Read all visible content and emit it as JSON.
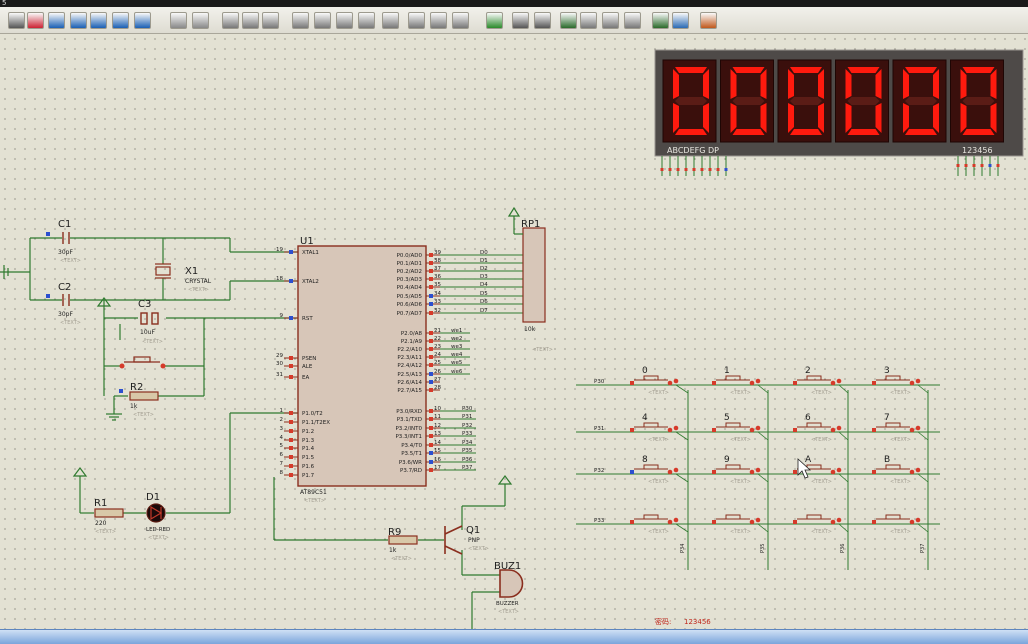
{
  "window": {
    "title": "5"
  },
  "toolbar": {
    "icons": [
      "grid-icon",
      "origin-icon",
      "pan-icon",
      "zoom-in-icon",
      "zoom-out-icon",
      "zoom-all-icon",
      "zoom-area-icon",
      "undo-icon",
      "redo-icon",
      "cut-icon",
      "copy-icon",
      "paste-icon",
      "block-copy-icon",
      "block-move-icon",
      "block-rotate-icon",
      "block-delete-icon",
      "pick-device-icon",
      "make-device-icon",
      "package-icon",
      "decompose-icon",
      "wire-autorouter-icon",
      "search-tag-icon",
      "property-tool-icon",
      "new-sheet-icon",
      "remove-sheet-icon",
      "goto-sheet-icon",
      "bill-of-materials-icon",
      "electrical-check-icon",
      "netlist-icon",
      "ares-icon"
    ]
  },
  "display": {
    "digits": [
      "0",
      "0",
      "0",
      "0",
      "0",
      "0"
    ],
    "seg_label": "ABCDEFG  DP",
    "com_label": "123456"
  },
  "components": {
    "c1": {
      "ref": "C1",
      "value": "30pF",
      "text": "<TEXT>"
    },
    "c2": {
      "ref": "C2",
      "value": "30pF",
      "text": "<TEXT>"
    },
    "c3": {
      "ref": "C3",
      "value": "10uF",
      "text": "<TEXT>"
    },
    "x1": {
      "ref": "X1",
      "value": "CRYSTAL",
      "text": "<TEXT>"
    },
    "r1": {
      "ref": "R1",
      "value": "220",
      "text": "<TEXT>"
    },
    "r2": {
      "ref": "R2",
      "value": "1k",
      "text": "<TEXT>"
    },
    "r9": {
      "ref": "R9",
      "value": "1k",
      "text": "<TEXT>"
    },
    "d1": {
      "ref": "D1",
      "value": "LED-RED",
      "text": "<TEXT>"
    },
    "q1": {
      "ref": "Q1",
      "value": "PNP",
      "text": "<TEXT>"
    },
    "buz1": {
      "ref": "BUZ1",
      "value": "BUZZER",
      "text": "<TEXT>"
    },
    "rp1": {
      "ref": "RP1",
      "value": "10k",
      "text": "<TEXT>"
    },
    "u1": {
      "ref": "U1",
      "value": "AT89C51",
      "text": "<TEXT>"
    }
  },
  "mcu": {
    "left_pins": [
      {
        "num": "19",
        "name": "XTAL1"
      },
      {
        "num": "18",
        "name": "XTAL2"
      },
      {
        "num": "9",
        "name": "RST"
      },
      {
        "num": "29",
        "name": "PSEN"
      },
      {
        "num": "30",
        "name": "ALE"
      },
      {
        "num": "31",
        "name": "EA"
      },
      {
        "num": "1",
        "name": "P1.0/T2"
      },
      {
        "num": "2",
        "name": "P1.1/T2EX"
      },
      {
        "num": "3",
        "name": "P1.2"
      },
      {
        "num": "4",
        "name": "P1.3"
      },
      {
        "num": "5",
        "name": "P1.4"
      },
      {
        "num": "6",
        "name": "P1.5"
      },
      {
        "num": "7",
        "name": "P1.6"
      },
      {
        "num": "8",
        "name": "P1.7"
      }
    ],
    "p0_pins": [
      {
        "num": "39",
        "name": "P0.0/AD0",
        "net": "D0"
      },
      {
        "num": "38",
        "name": "P0.1/AD1",
        "net": "D1"
      },
      {
        "num": "37",
        "name": "P0.2/AD2",
        "net": "D2"
      },
      {
        "num": "36",
        "name": "P0.3/AD3",
        "net": "D3"
      },
      {
        "num": "35",
        "name": "P0.4/AD4",
        "net": "D4"
      },
      {
        "num": "34",
        "name": "P0.5/AD5",
        "net": "D5"
      },
      {
        "num": "33",
        "name": "P0.6/AD6",
        "net": "D6"
      },
      {
        "num": "32",
        "name": "P0.7/AD7",
        "net": "D7"
      }
    ],
    "p2_pins": [
      {
        "num": "21",
        "name": "P2.0/A8",
        "net": "we1"
      },
      {
        "num": "22",
        "name": "P2.1/A9",
        "net": "we2"
      },
      {
        "num": "23",
        "name": "P2.2/A10",
        "net": "we3"
      },
      {
        "num": "24",
        "name": "P2.3/A11",
        "net": "we4"
      },
      {
        "num": "25",
        "name": "P2.4/A12",
        "net": "we5"
      },
      {
        "num": "26",
        "name": "P2.5/A13",
        "net": "we6"
      },
      {
        "num": "27",
        "name": "P2.6/A14",
        "net": ""
      },
      {
        "num": "28",
        "name": "P2.7/A15",
        "net": ""
      }
    ],
    "p3_pins": [
      {
        "num": "10",
        "name": "P3.0/RXD",
        "net": "P30"
      },
      {
        "num": "11",
        "name": "P3.1/TXD",
        "net": "P31"
      },
      {
        "num": "12",
        "name": "P3.2/INT0",
        "net": "P32"
      },
      {
        "num": "13",
        "name": "P3.3/INT1",
        "net": "P33"
      },
      {
        "num": "14",
        "name": "P3.4/T0",
        "net": "P34"
      },
      {
        "num": "15",
        "name": "P3.5/T1",
        "net": "P35"
      },
      {
        "num": "16",
        "name": "P3.6/WR",
        "net": "P36"
      },
      {
        "num": "17",
        "name": "P3.7/RD",
        "net": "P37"
      }
    ]
  },
  "keypad": {
    "keys": [
      "0",
      "1",
      "2",
      "3",
      "4",
      "5",
      "6",
      "7",
      "8",
      "9",
      "A",
      "B"
    ],
    "row_nets": [
      "P30",
      "P31",
      "P32",
      "P33"
    ],
    "col_nets": [
      "P34",
      "P35",
      "P36",
      "P37"
    ],
    "text": "<TEXT>"
  },
  "footer_note": {
    "prefix": "密码:",
    "value": "123456"
  }
}
